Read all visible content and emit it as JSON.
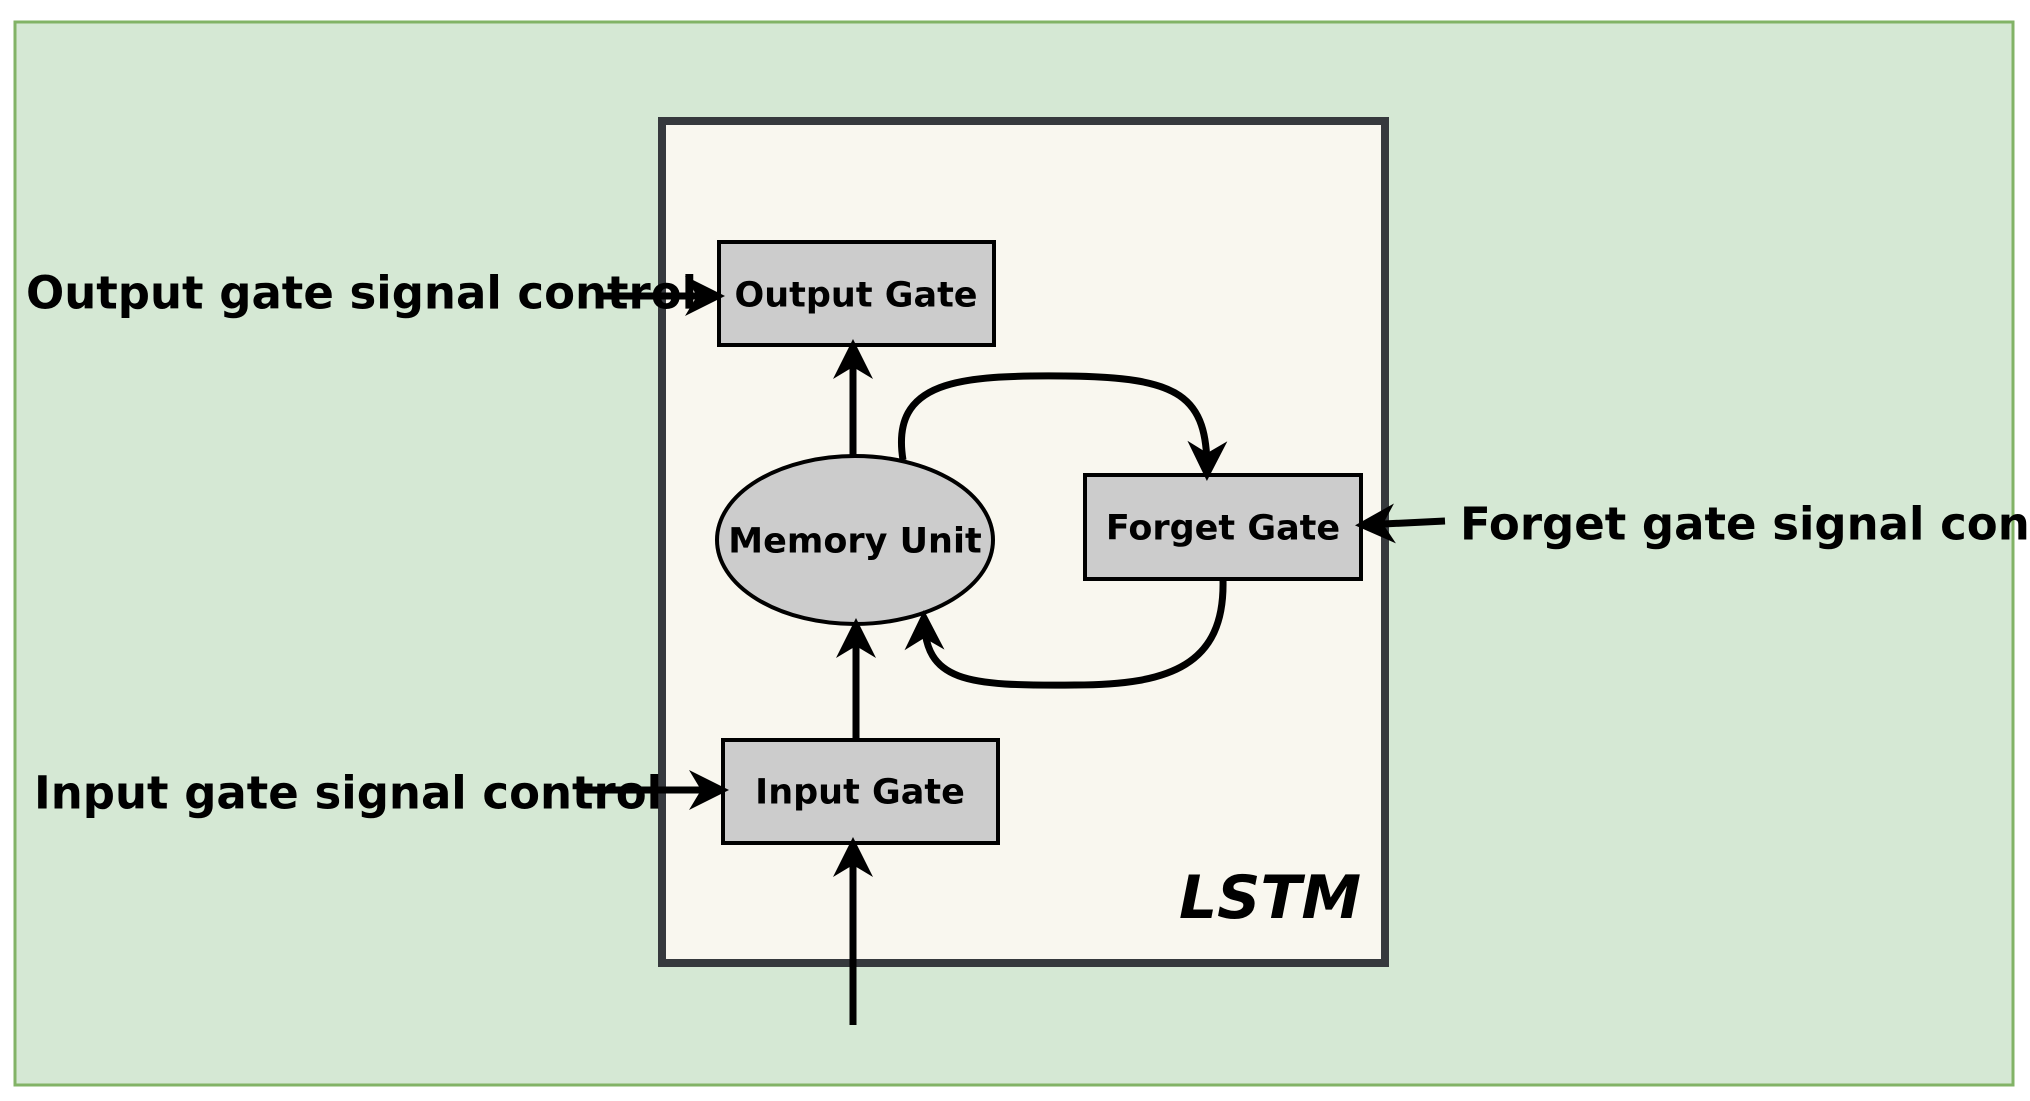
{
  "diagram": {
    "title": "LSTM",
    "nodes": {
      "output_gate": "Output Gate",
      "memory_unit": "Memory Unit",
      "forget_gate": "Forget Gate",
      "input_gate": "Input Gate"
    },
    "signals": {
      "output": "Output gate signal control",
      "input": "Input gate signal control",
      "forget": "Forget gate signal control"
    }
  },
  "colors": {
    "background": "#d5e8d4",
    "background_border": "#82b366",
    "container_fill": "#f9f7ef",
    "container_border": "#36393d",
    "node_fill": "#cccccc",
    "stroke": "#000000"
  }
}
